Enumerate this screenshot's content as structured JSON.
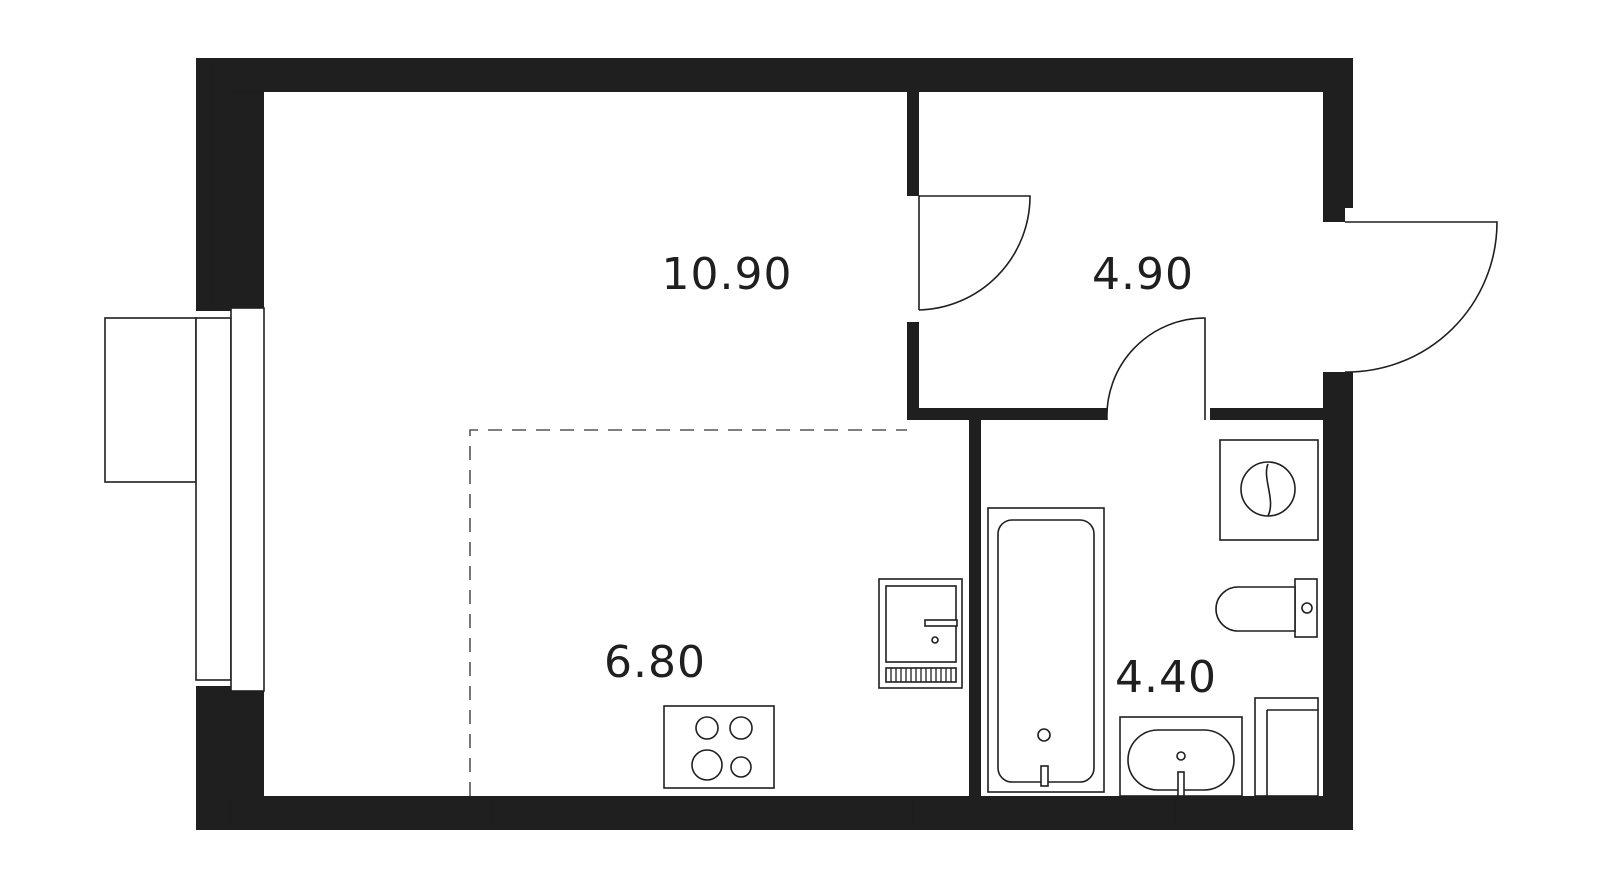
{
  "rooms": [
    {
      "id": "living-room",
      "area": "10.90"
    },
    {
      "id": "hallway",
      "area": "4.90"
    },
    {
      "id": "kitchen-zone",
      "area": "6.80"
    },
    {
      "id": "bathroom",
      "area": "4.40"
    }
  ],
  "colors": {
    "wall": "#1f1f1f",
    "background": "#ffffff",
    "fixture_line": "#1f1f1f",
    "zone_dash": "#555555"
  }
}
